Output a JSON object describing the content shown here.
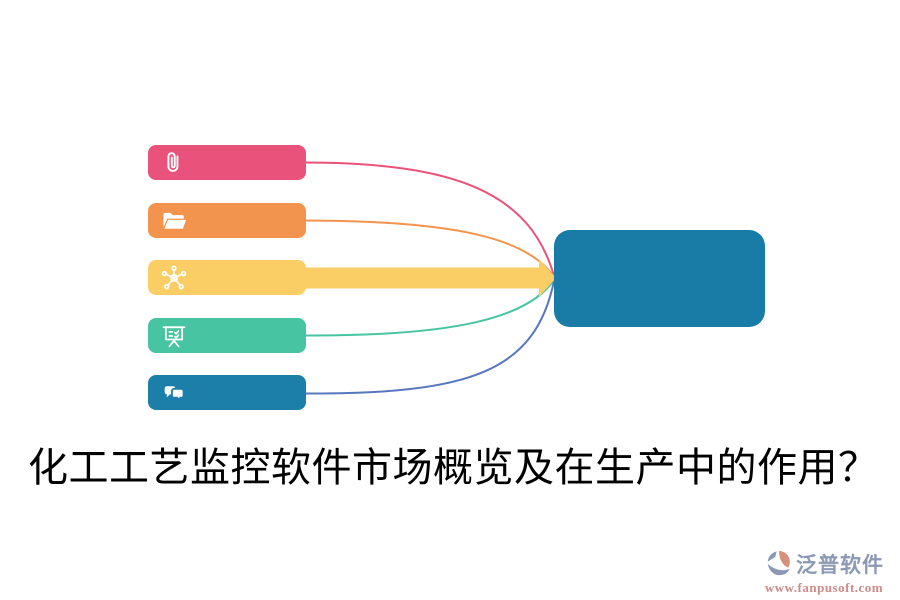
{
  "title": {
    "text": "化工工艺监控软件市场概览及在生产中的作用？"
  },
  "diagram": {
    "rows": [
      {
        "name": "attachment",
        "icon": "paperclip-icon",
        "color": "#E9527A"
      },
      {
        "name": "folder",
        "icon": "folder-open-icon",
        "color": "#F2944E"
      },
      {
        "name": "network",
        "icon": "network-icon",
        "color": "#FBCD65"
      },
      {
        "name": "presentation",
        "icon": "presentation-icon",
        "color": "#47C4A1"
      },
      {
        "name": "chat",
        "icon": "chat-icon",
        "color": "#1B7FA9"
      }
    ],
    "connectors": {
      "pink": "#E9527A",
      "orange": "#F2944E",
      "yellow": "#FBCD65",
      "green": "#47C4A1",
      "blue": "#5878BE"
    },
    "result_box_color": "#187CA6",
    "icon_color": "#FFFFFF"
  },
  "logo": {
    "name": "泛普软件",
    "url": "www.fanpusoft.com",
    "name_color": "#8B99B5",
    "url_color": "#D08A8A",
    "mark_gray": "#8B99B5",
    "mark_salmon": "#D6907B"
  }
}
